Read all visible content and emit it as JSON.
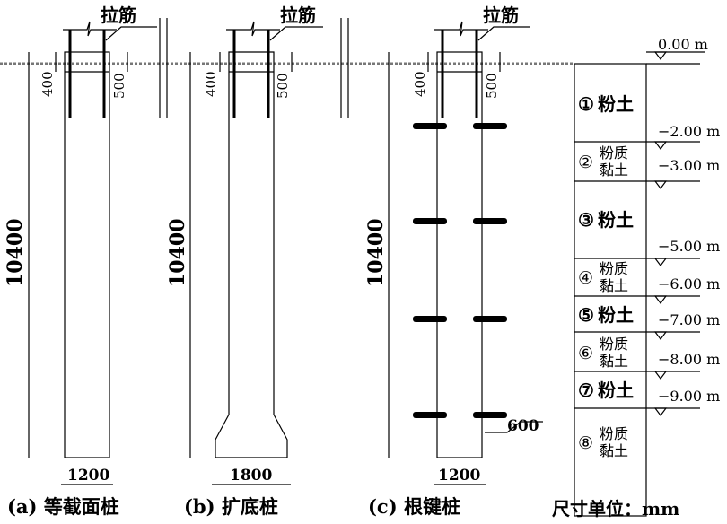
{
  "piles": [
    {
      "caption": "(a) 等截面桩",
      "rebar_label": "拉筋",
      "dim_left": "400",
      "dim_right": "500",
      "length": "10400",
      "width": "1200"
    },
    {
      "caption": "(b) 扩底桩",
      "rebar_label": "拉筋",
      "dim_left": "400",
      "dim_right": "500",
      "length": "10400",
      "width": "1800"
    },
    {
      "caption": "(c) 根键桩",
      "rebar_label": "拉筋",
      "dim_left": "400",
      "dim_right": "500",
      "length": "10400",
      "width": "1200",
      "key_length": "600"
    }
  ],
  "soil": {
    "ground_level": "0.00 m",
    "layers": [
      {
        "no": "①",
        "name": "粉土",
        "bottom": "−2.00 m"
      },
      {
        "no": "②",
        "name": "粉质黏土",
        "line1": "粉质",
        "line2": "黏土",
        "bottom": "−3.00 m"
      },
      {
        "no": "③",
        "name": "粉土",
        "bottom": "−5.00 m"
      },
      {
        "no": "④",
        "name": "粉质黏土",
        "line1": "粉质",
        "line2": "黏土",
        "bottom": "−6.00 m"
      },
      {
        "no": "⑤",
        "name": "粉土",
        "bottom": "−7.00 m"
      },
      {
        "no": "⑥",
        "name": "粉质黏土",
        "line1": "粉质",
        "line2": "黏土",
        "bottom": "−8.00 m"
      },
      {
        "no": "⑦",
        "name": "粉土",
        "bottom": "−9.00 m"
      },
      {
        "no": "⑧",
        "name": "粉质黏土",
        "line1": "粉质",
        "line2": "黏土"
      }
    ]
  },
  "unit_note": "尺寸单位：mm"
}
